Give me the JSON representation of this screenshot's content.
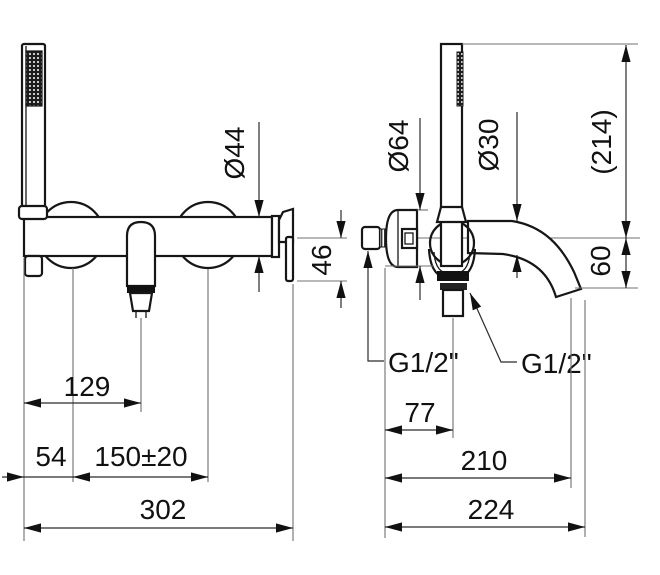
{
  "diagram": {
    "type": "technical-drawing",
    "subject": "wall-mounted bath shower mixer with hand shower and spout, front and side views with dimensions (mm)",
    "colors": {
      "background": "#ffffff",
      "object_line": "#161616",
      "dimension_line": "#2b2b2b",
      "extension_line": "#707070",
      "text": "#111111"
    },
    "front_view": {
      "shower_head_diameter": "Ø44",
      "handle_plate_height": "46",
      "spout_center_offset": "129",
      "shower_holder_offset": "54",
      "connection_spacing": "150±20",
      "overall_width": "302"
    },
    "side_view": {
      "flange_diameter": "Ø64",
      "spout_tube_diameter": "Ø30",
      "overall_height_ref": "(214)",
      "spout_drop": "60",
      "inlet_thread": "G1/2\"",
      "hose_thread": "G1/2\"",
      "hose_offset": "77",
      "spout_reach": "210",
      "overall_depth": "224"
    }
  }
}
